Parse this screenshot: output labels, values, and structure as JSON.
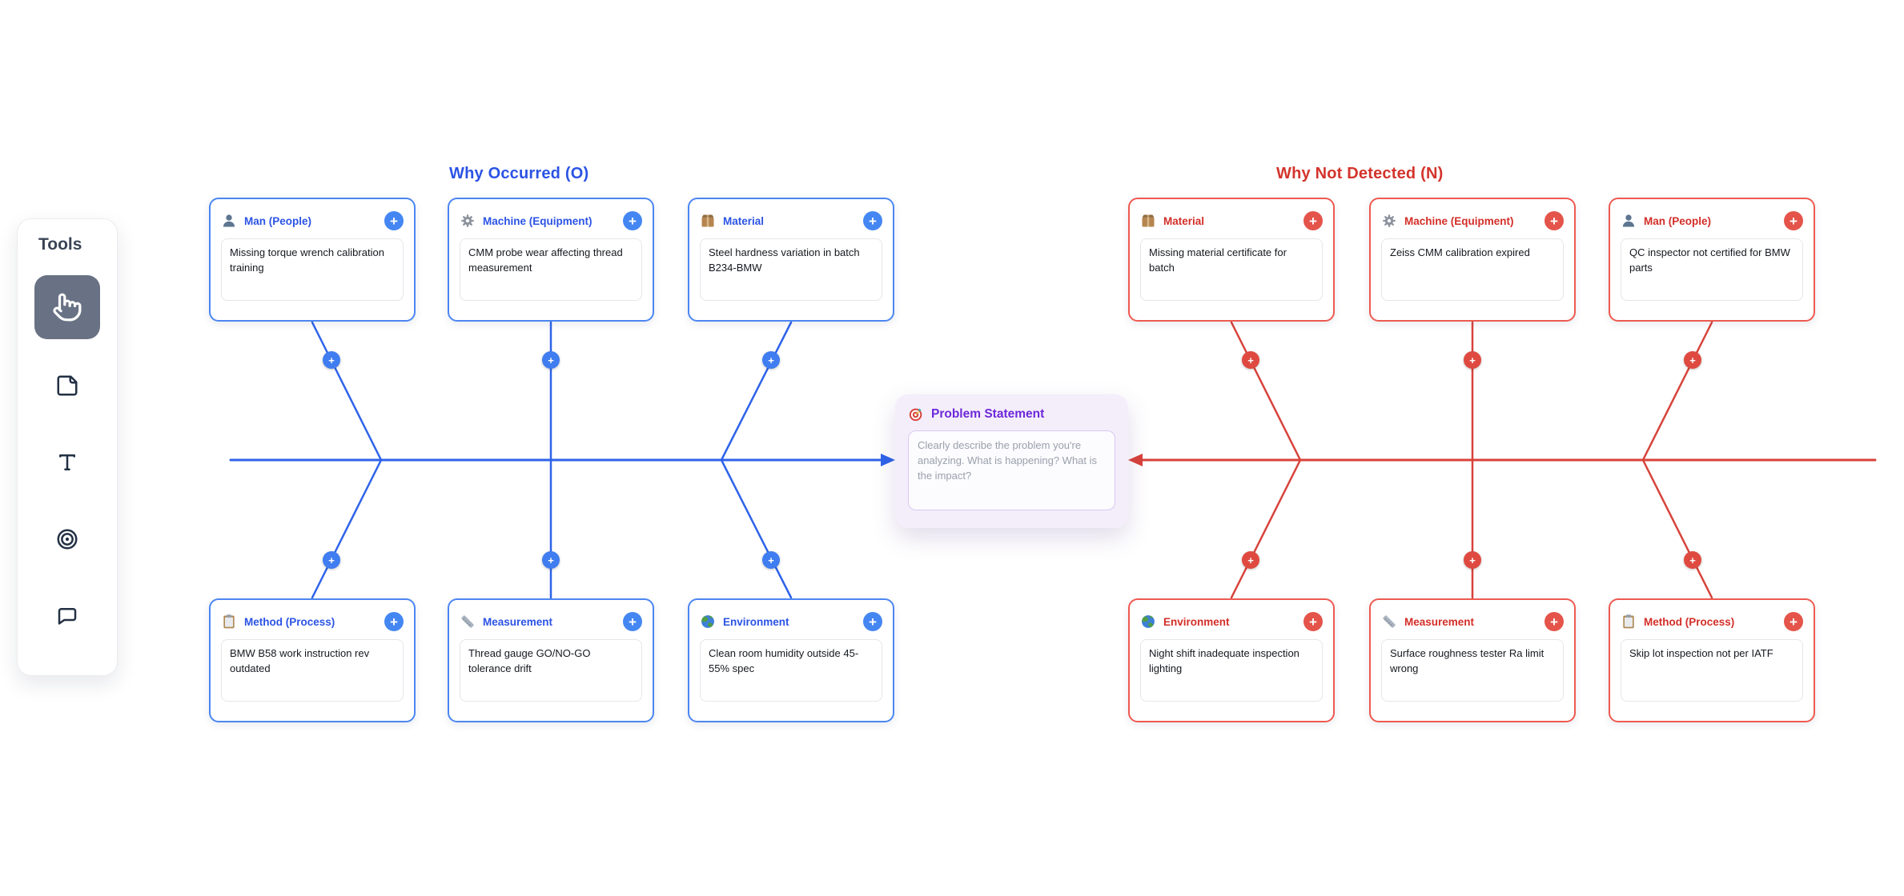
{
  "icons": {
    "plus": "+",
    "tool_icons": [
      "hand-pointer-icon",
      "sticky-note-icon",
      "text-icon",
      "target-rings-icon",
      "speech-bubble-icon"
    ],
    "category_icons": [
      "man-icon",
      "gear-icon",
      "package-icon",
      "clipboard-icon",
      "ruler-icon",
      "globe-icon"
    ],
    "problem_icon": "dartboard-icon"
  },
  "colors": {
    "occurred_accent": "#2b53e4",
    "occurred_border": "#4c86f2",
    "not_detected_accent": "#d32e28",
    "not_detected_border": "#ee5a50",
    "problem_accent": "#6d28d9",
    "problem_bg": "#f4eefb",
    "selected_tool_bg": "#697284"
  },
  "tools_panel": {
    "title": "Tools",
    "items": [
      {
        "name": "select",
        "icon": "hand-pointer-icon",
        "selected": true
      },
      {
        "name": "note",
        "icon": "sticky-note-icon",
        "selected": false
      },
      {
        "name": "text",
        "icon": "text-icon",
        "selected": false
      },
      {
        "name": "target",
        "icon": "target-rings-icon",
        "selected": false
      },
      {
        "name": "comment",
        "icon": "speech-bubble-icon",
        "selected": false
      }
    ]
  },
  "branches": {
    "occurred": {
      "heading": "Why Occurred (O)",
      "cards": [
        {
          "label": "Man (People)",
          "icon": "man-icon",
          "row": "top",
          "cause": "Missing torque wrench calibration training"
        },
        {
          "label": "Machine (Equipment)",
          "icon": "gear-icon",
          "row": "top",
          "cause": "CMM probe wear affecting thread measurement"
        },
        {
          "label": "Material",
          "icon": "package-icon",
          "row": "top",
          "cause": "Steel hardness variation in batch B234-BMW"
        },
        {
          "label": "Method (Process)",
          "icon": "clipboard-icon",
          "row": "bottom",
          "cause": "BMW B58 work instruction rev outdated"
        },
        {
          "label": "Measurement",
          "icon": "ruler-icon",
          "row": "bottom",
          "cause": "Thread gauge GO/NO-GO tolerance drift"
        },
        {
          "label": "Environment",
          "icon": "globe-icon",
          "row": "bottom",
          "cause": "Clean room humidity outside 45-55% spec"
        }
      ]
    },
    "not_detected": {
      "heading": "Why Not Detected (N)",
      "cards": [
        {
          "label": "Material",
          "icon": "package-icon",
          "row": "top",
          "cause": "Missing material certificate for batch"
        },
        {
          "label": "Machine (Equipment)",
          "icon": "gear-icon",
          "row": "top",
          "cause": "Zeiss CMM calibration expired"
        },
        {
          "label": "Man (People)",
          "icon": "man-icon",
          "row": "top",
          "cause": "QC inspector not certified for BMW parts"
        },
        {
          "label": "Environment",
          "icon": "globe-icon",
          "row": "bottom",
          "cause": "Night shift inadequate inspection lighting"
        },
        {
          "label": "Measurement",
          "icon": "ruler-icon",
          "row": "bottom",
          "cause": "Surface roughness tester Ra limit wrong"
        },
        {
          "label": "Method (Process)",
          "icon": "clipboard-icon",
          "row": "bottom",
          "cause": "Skip lot inspection not per IATF"
        }
      ]
    }
  },
  "problem_statement": {
    "title": "Problem Statement",
    "icon": "dartboard-icon",
    "placeholder": "Clearly describe the problem you're analyzing. What is happening? What is the impact?"
  }
}
